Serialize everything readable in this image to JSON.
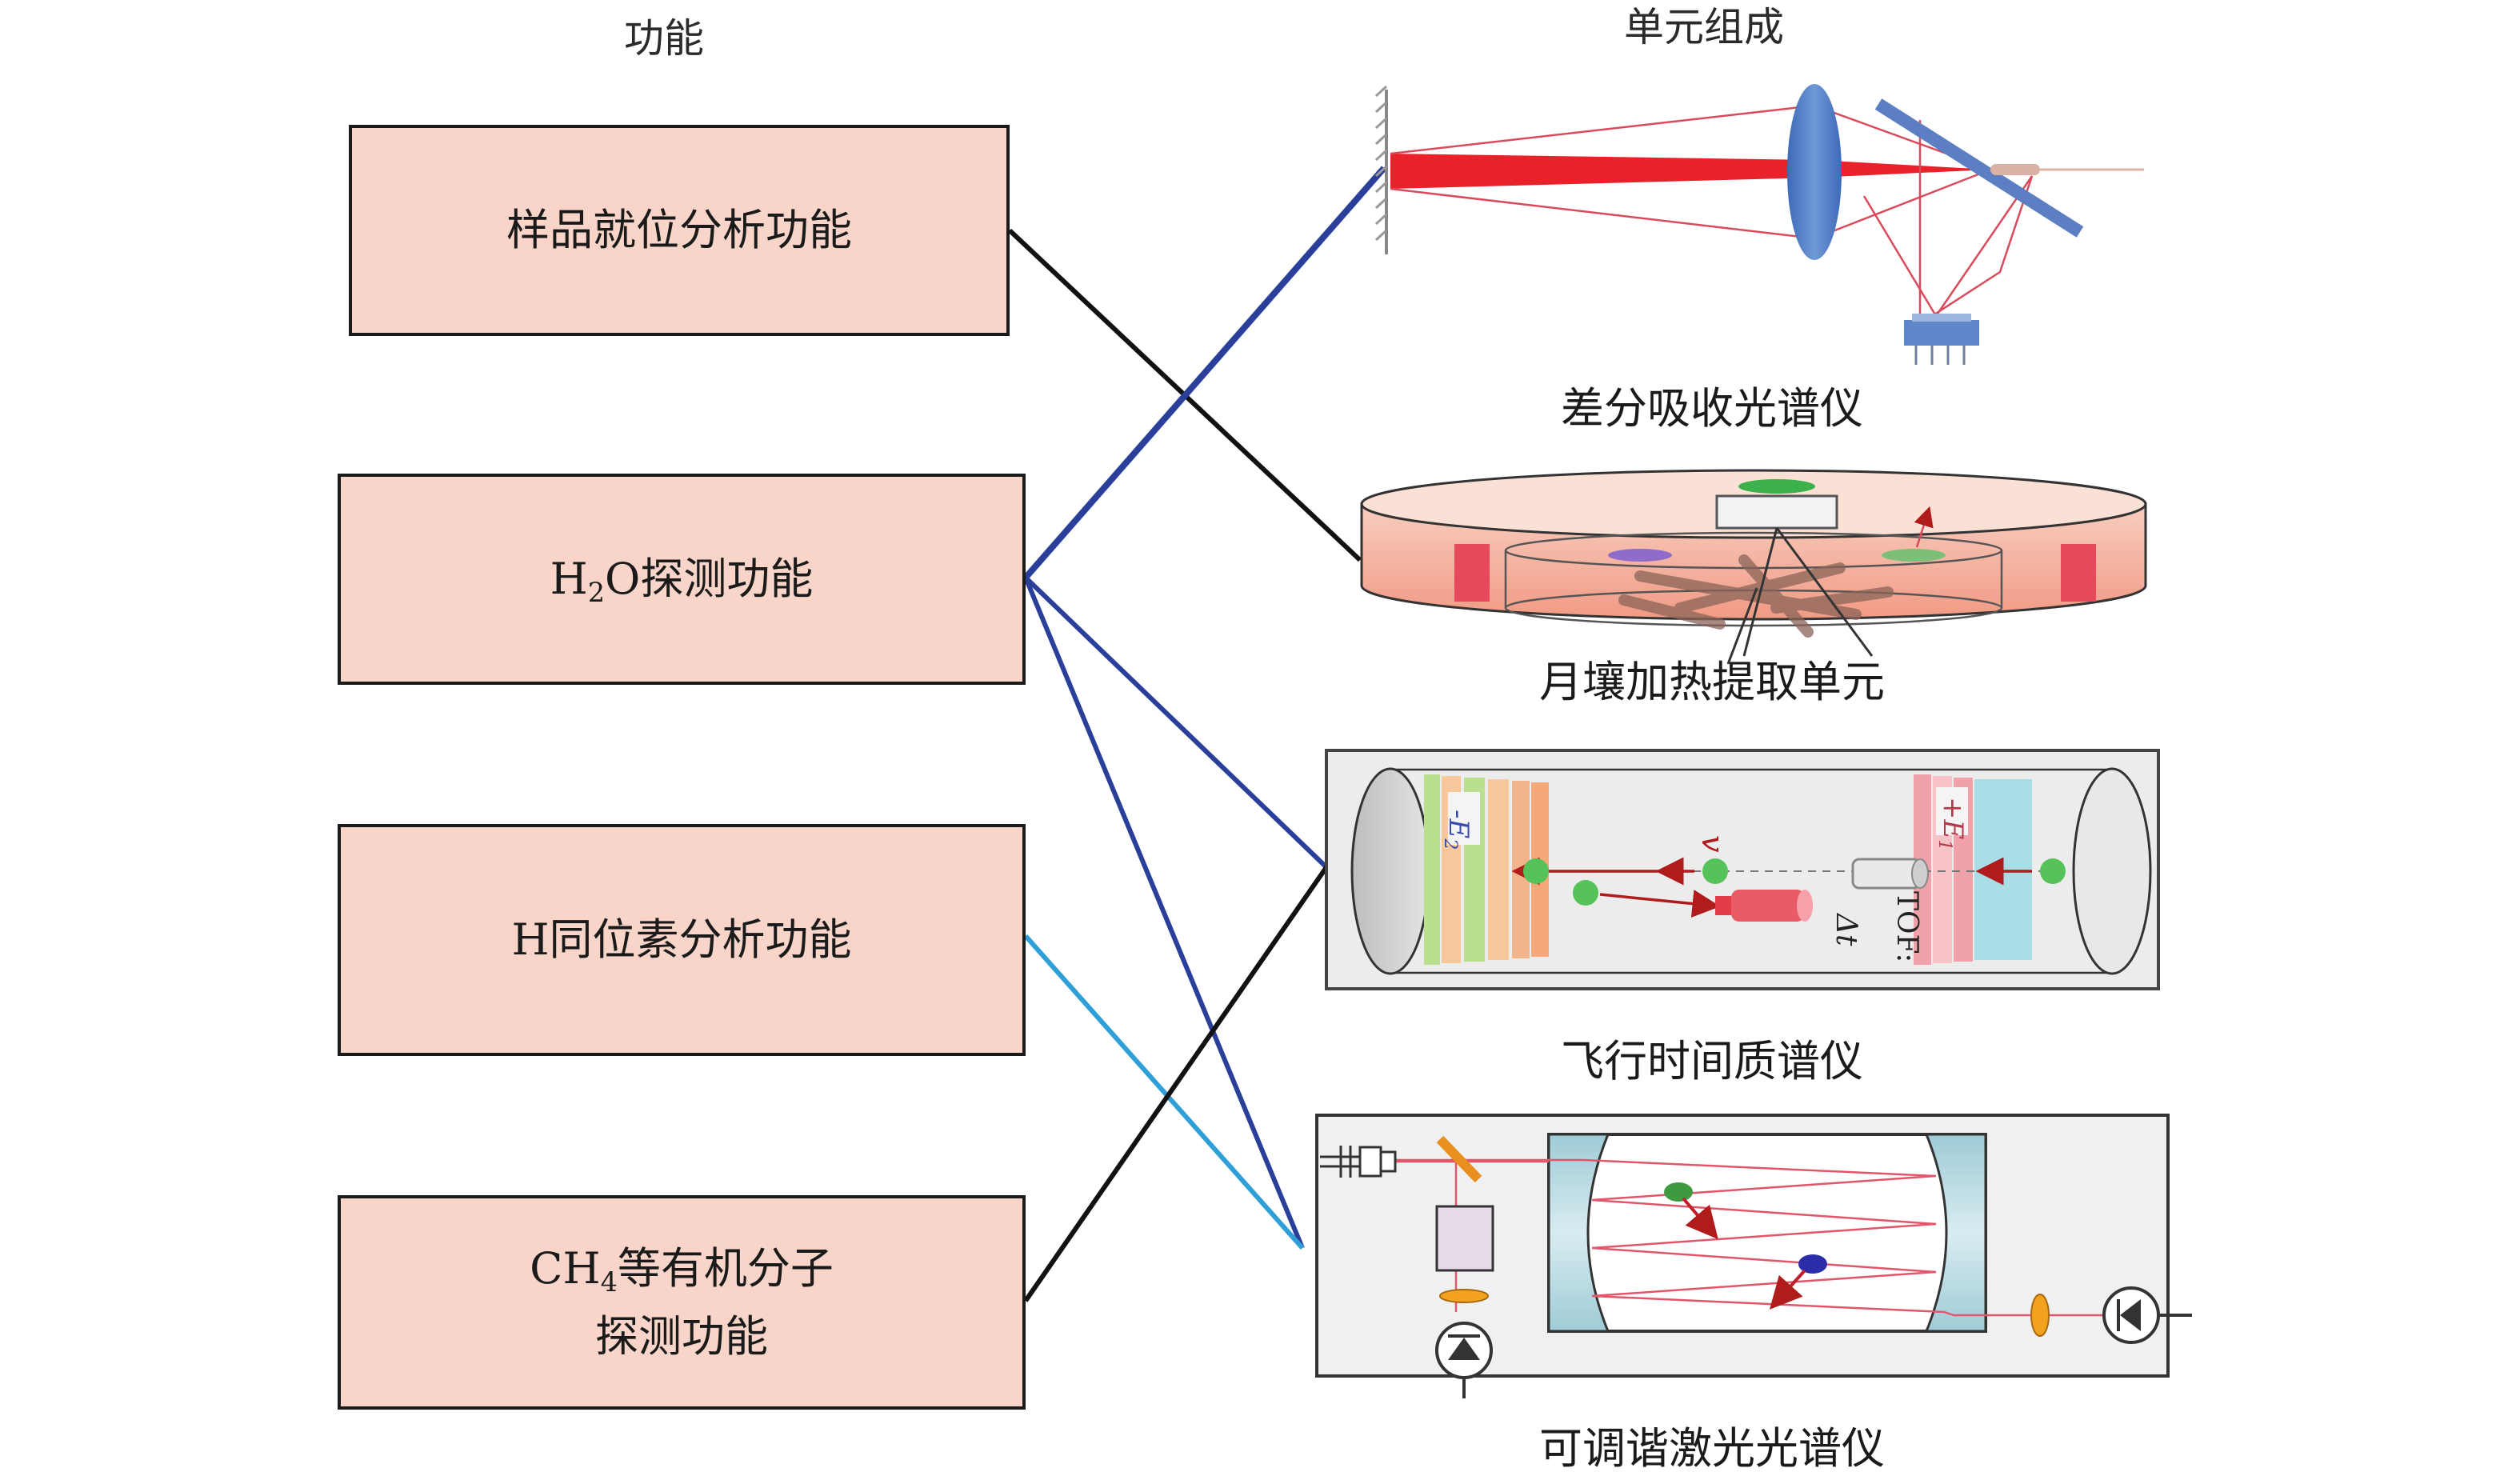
{
  "headers": {
    "function": "功能",
    "unit": "单元组成"
  },
  "functions": [
    {
      "text": "样品就位分析功能"
    },
    {
      "pre": "H",
      "sub": "2",
      "post": "O探测功能"
    },
    {
      "text": "H同位素分析功能"
    },
    {
      "pre": "CH",
      "sub": "4",
      "post": "等有机分子",
      "line2": "探测功能"
    }
  ],
  "units": [
    {
      "caption": "差分吸收光谱仪"
    },
    {
      "caption": "月壤加热提取单元"
    },
    {
      "caption": "飞行时间质谱仪",
      "labels": {
        "e2": "-E",
        "e2_sub": "2",
        "e1": "+E",
        "e1_sub": "1",
        "v": "v",
        "tof": "TOF:",
        "dt": "Δt"
      }
    },
    {
      "caption": "可调谐激光光谱仪"
    }
  ],
  "colors": {
    "box_fill": "#f8d5c8",
    "black_link": "#111111",
    "dark_blue_link": "#2a3f9a",
    "light_blue_link": "#2f9fd8",
    "laser_red": "#e8212b"
  }
}
